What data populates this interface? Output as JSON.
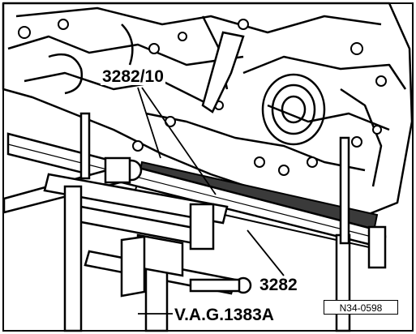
{
  "callouts": {
    "support_bracket": "3282/10",
    "adapter_plate": "3282",
    "engine_jack": "V.A.G.1383A"
  },
  "reference_code": "N34-0598",
  "colors": {
    "line": "#000000",
    "background": "#ffffff",
    "shade": "#3a3a3a"
  }
}
